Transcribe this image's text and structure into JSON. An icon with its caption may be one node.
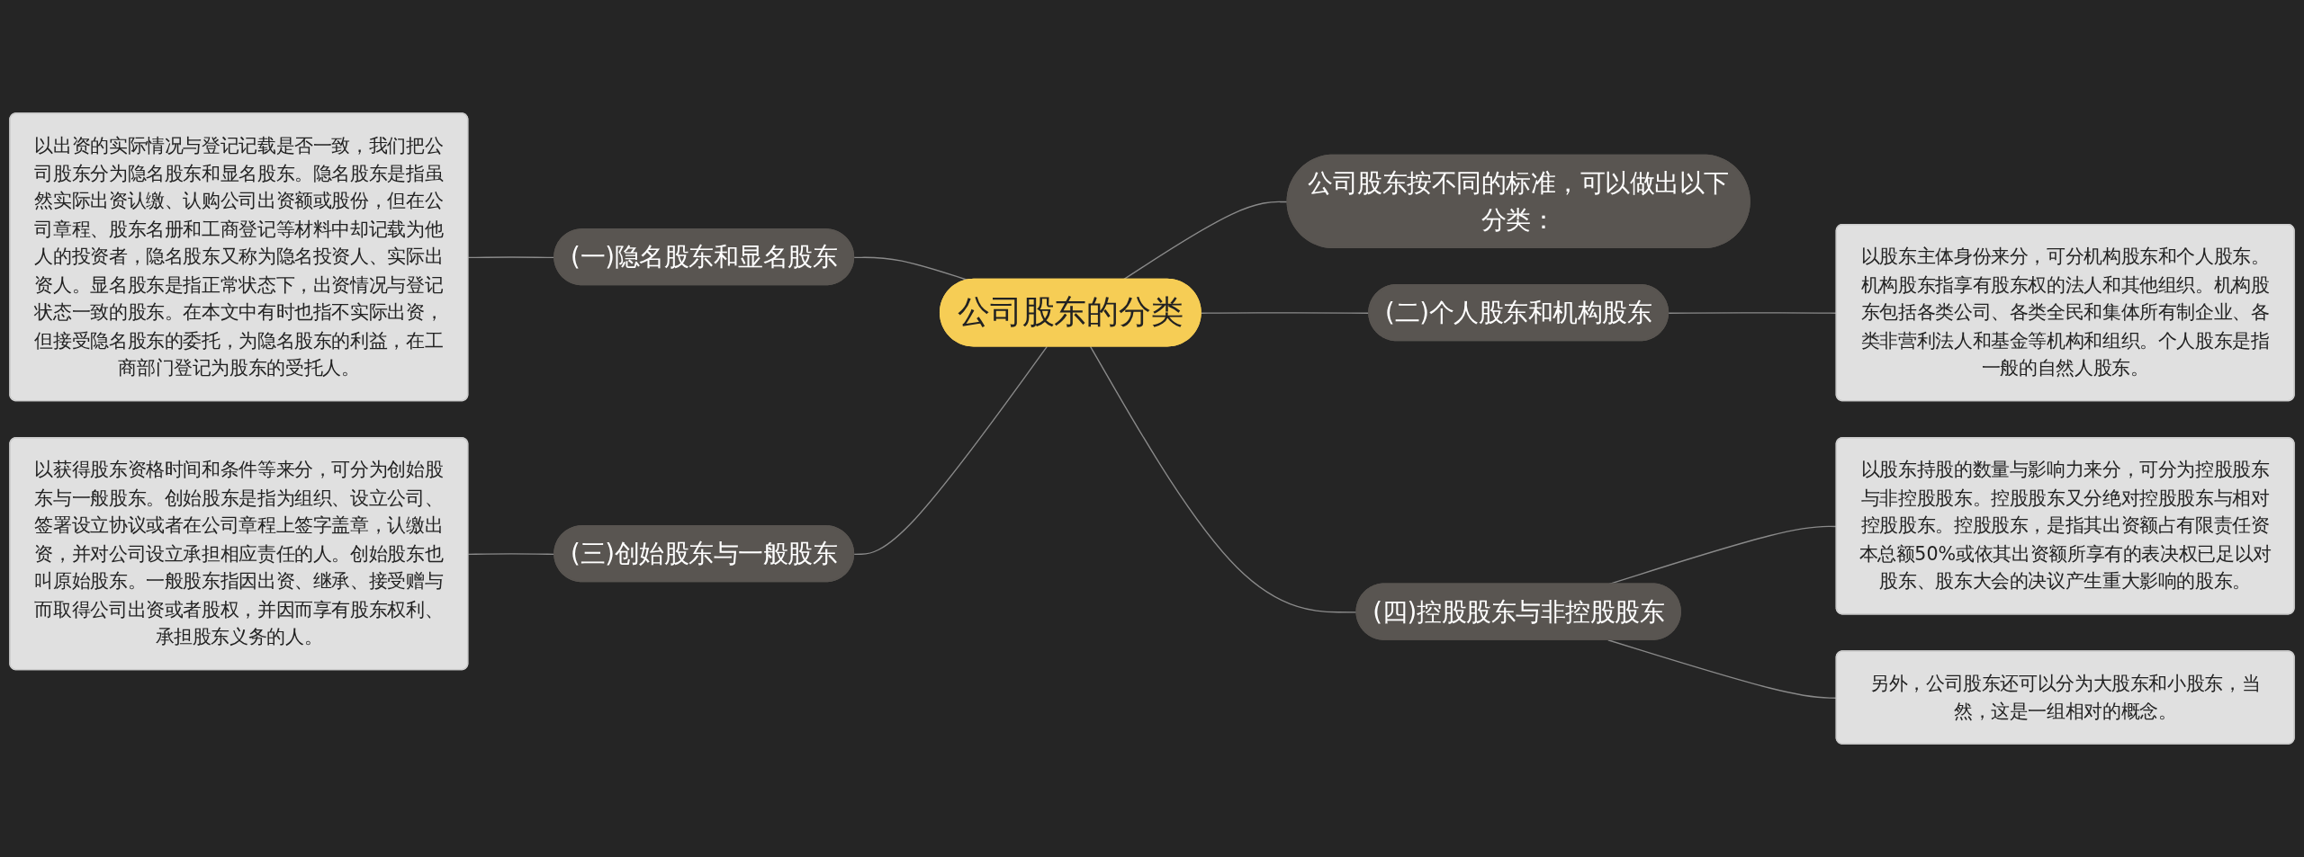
{
  "diagram": {
    "nodes": [
      {
        "text": [
          "公司股东的分类"
        ]
      },
      {
        "text": [
          "(一)隐名股东和显名股东"
        ]
      },
      {
        "text": [
          "以出资的实际情况与登记记载是否一致，我们把公司股东分为隐名股东和显名股东。隐名股东是指虽然实际出资认缴、认购公司出资额或股份，但在公司章程、股东名册和工商登记等材料中却记载为他人的投资者，隐名股东又称为隐名投资人、实际出资人。显名股东是指正常状态下，出资情况与登记状态一致的股东。在本文中有时也指不实际出资，但接受隐名股东的委托，为隐名股东的利益，在工商部门登记为股东的受托人。"
        ]
      },
      {
        "text": [
          "(三)创始股东与一般股东"
        ]
      },
      {
        "text": [
          "以获得股东资格时间和条件等来分，可分为创始股东与一般股东。创始股东是指为组织、设立公司、签署设立协议或者在公司章程上签字盖章，认缴出资，并对公司设立承担相应责任的人。创始股东也叫原始股东。一般股东指因出资、继承、接受赠与而取得公司出资或者股权，并因而享有股东权利、承担股东义务的人。"
        ]
      },
      {
        "text": [
          "公司股东按不同的标准，可以做出以下分类："
        ]
      },
      {
        "text": [
          "(二)个人股东和机构股东"
        ]
      },
      {
        "text": [
          "以股东主体身份来分，可分机构股东和个人股东。机构股东指享有股东权的法人和其他组织。机构股东包括各类公司、各类全民和集体所有制企业、各类非营利法人和基金等机构和组织。个人股东是指一般的自然人股东。"
        ]
      },
      {
        "text": [
          "(四)控股股东与非控股股东"
        ]
      },
      {
        "text": [
          "以股东持股的数量与影响力来分，可分为控股股东与非控股股东。控股股东又分绝对控股股东与相对控股股东。控股股东，是指其出资额占有限责任资本总额50%或依其出资额所享有的表决权已足以对股东、股东大会的决议产生重大影响的股东。"
        ]
      },
      {
        "text": [
          "另外，公司股东还可以分为大股东和小股东，当然，这是一组相对的概念。"
        ]
      }
    ],
    "edges": [
      {
        "from": 2,
        "to": 1,
        "arrow": "none"
      },
      {
        "from": 1,
        "to": 0,
        "arrow": "none"
      },
      {
        "from": 4,
        "to": 3,
        "arrow": "none"
      },
      {
        "from": 3,
        "to": 0,
        "arrow": "none"
      },
      {
        "from": 0,
        "to": 5,
        "arrow": "none"
      },
      {
        "from": 0,
        "to": 6,
        "arrow": "none"
      },
      {
        "from": 6,
        "to": 7,
        "arrow": "none"
      },
      {
        "from": 0,
        "to": 8,
        "arrow": "none"
      },
      {
        "from": 8,
        "to": 9,
        "arrow": "none"
      },
      {
        "from": 8,
        "to": 10,
        "arrow": "none"
      }
    ]
  }
}
